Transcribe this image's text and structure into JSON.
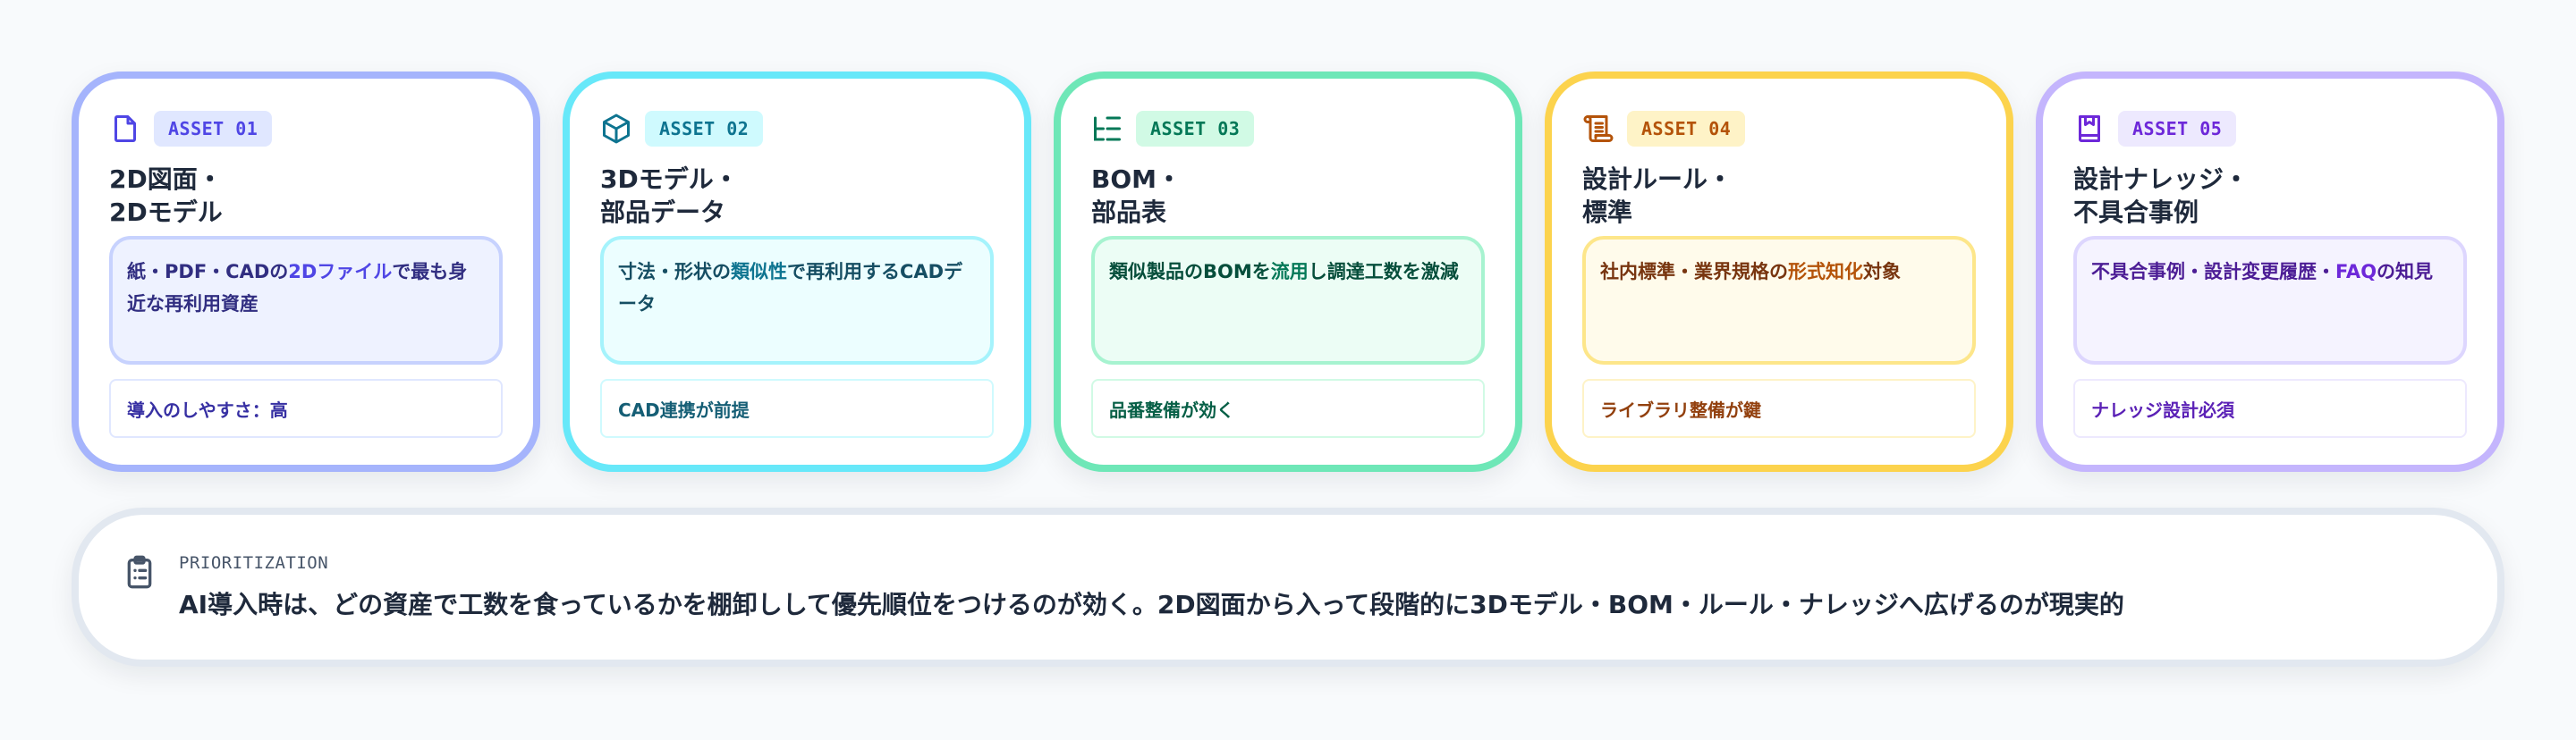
{
  "cards": [
    {
      "badge": "ASSET 01",
      "icon": "file-icon",
      "title": "2D図面・\n2Dモデル",
      "desc_pre": "紙・PDF・CADの",
      "desc_hl": "2Dファイル",
      "desc_post": "で最も身近な再利用資産",
      "note": "導入のしやすさ：高",
      "colors": {
        "border": "#a5b4fc",
        "accent": "#4f46e5",
        "badge_bg": "#e0e7ff",
        "desc_bg": "#eef2ff",
        "desc_border": "#c7d2fe",
        "desc_text": "#312e81",
        "note_border": "#e0e7ff",
        "note_text": "#3730a3"
      }
    },
    {
      "badge": "ASSET 02",
      "icon": "cube-icon",
      "title": "3Dモデル・\n部品データ",
      "desc_pre": "寸法・形状の",
      "desc_hl": "類似性",
      "desc_post": "で再利用するCADデータ",
      "note": "CAD連携が前提",
      "colors": {
        "border": "#67e8f9",
        "accent": "#0e7490",
        "badge_bg": "#cffafe",
        "desc_bg": "#ecfeff",
        "desc_border": "#a5f3fc",
        "desc_text": "#164e63",
        "note_border": "#cffafe",
        "note_text": "#155e75"
      }
    },
    {
      "badge": "ASSET 03",
      "icon": "list-tree-icon",
      "title": "BOM・\n部品表",
      "desc_pre": "類似製品のBOMを",
      "desc_hl": "流用",
      "desc_post": "し調達工数を激減",
      "note": "品番整備が効く",
      "colors": {
        "border": "#6ee7b7",
        "accent": "#047857",
        "badge_bg": "#d1fae5",
        "desc_bg": "#ecfdf5",
        "desc_border": "#a7f3d0",
        "desc_text": "#064e3b",
        "note_border": "#d1fae5",
        "note_text": "#065f46"
      }
    },
    {
      "badge": "ASSET 04",
      "icon": "scroll-icon",
      "title": "設計ルール・\n標準",
      "desc_pre": "社内標準・業界規格の",
      "desc_hl": "形式知化",
      "desc_post": "対象",
      "note": "ライブラリ整備が鍵",
      "colors": {
        "border": "#fcd34d",
        "accent": "#b45309",
        "badge_bg": "#fef3c7",
        "desc_bg": "#fffbeb",
        "desc_border": "#fde68a",
        "desc_text": "#78350f",
        "note_border": "#fef3c7",
        "note_text": "#92400e"
      }
    },
    {
      "badge": "ASSET 05",
      "icon": "book-bookmark-icon",
      "title": "設計ナレッジ・\n不具合事例",
      "desc_pre": "不具合事例・設計変更履歴・",
      "desc_hl": "FAQ",
      "desc_post": "の知見",
      "note": "ナレッジ設計必須",
      "colors": {
        "border": "#c4b5fd",
        "accent": "#6d28d9",
        "badge_bg": "#ede9fe",
        "desc_bg": "#f5f3ff",
        "desc_border": "#ddd6fe",
        "desc_text": "#4c1d95",
        "note_border": "#ede9fe",
        "note_text": "#5b21b6"
      }
    }
  ],
  "banner": {
    "icon": "clipboard-list-icon",
    "label": "PRIORITIZATION",
    "body": "AI導入時は、どの資産で工数を食っているかを棚卸しして優先順位をつけるのが効く。2D図面から入って段階的に3Dモデル・BOM・ルール・ナレッジへ広げるのが現実的"
  }
}
